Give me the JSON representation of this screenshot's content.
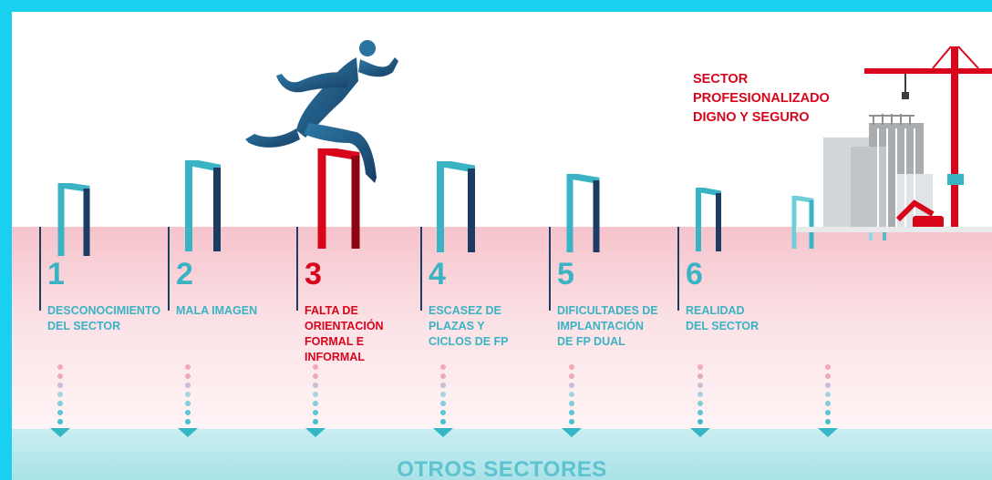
{
  "goal": {
    "text": "SECTOR\nPROFESIONALIZADO\nDIGNO Y SEGURO",
    "color": "#d9051b"
  },
  "bottom_band": {
    "label": "OTROS SECTORES"
  },
  "colors": {
    "accent_teal": "#3ab3c4",
    "accent_red": "#d9051b",
    "dark_navy": "#1b3c63",
    "border_cyan": "#19d0f0"
  },
  "steps": [
    {
      "number": "1",
      "label": "DESCONOCIMIENTO\nDEL SECTOR",
      "highlight": false
    },
    {
      "number": "2",
      "label": "MALA IMAGEN",
      "highlight": false
    },
    {
      "number": "3",
      "label": "FALTA DE\nORIENTACIÓN\nFORMAL E\nINFORMAL",
      "highlight": true
    },
    {
      "number": "4",
      "label": "ESCASEZ DE\nPLAZAS Y\nCICLOS DE FP",
      "highlight": false
    },
    {
      "number": "5",
      "label": "DIFICULTADES DE\nIMPLANTACIÓN\nDE FP DUAL",
      "highlight": false
    },
    {
      "number": "6",
      "label": "REALIDAD\nDEL SECTOR",
      "highlight": false
    }
  ],
  "figures": {
    "jumper": "running-man-icon",
    "construction": "construction-crane-icon",
    "hurdle": "hurdle-icon",
    "excavator": "excavator-icon"
  }
}
